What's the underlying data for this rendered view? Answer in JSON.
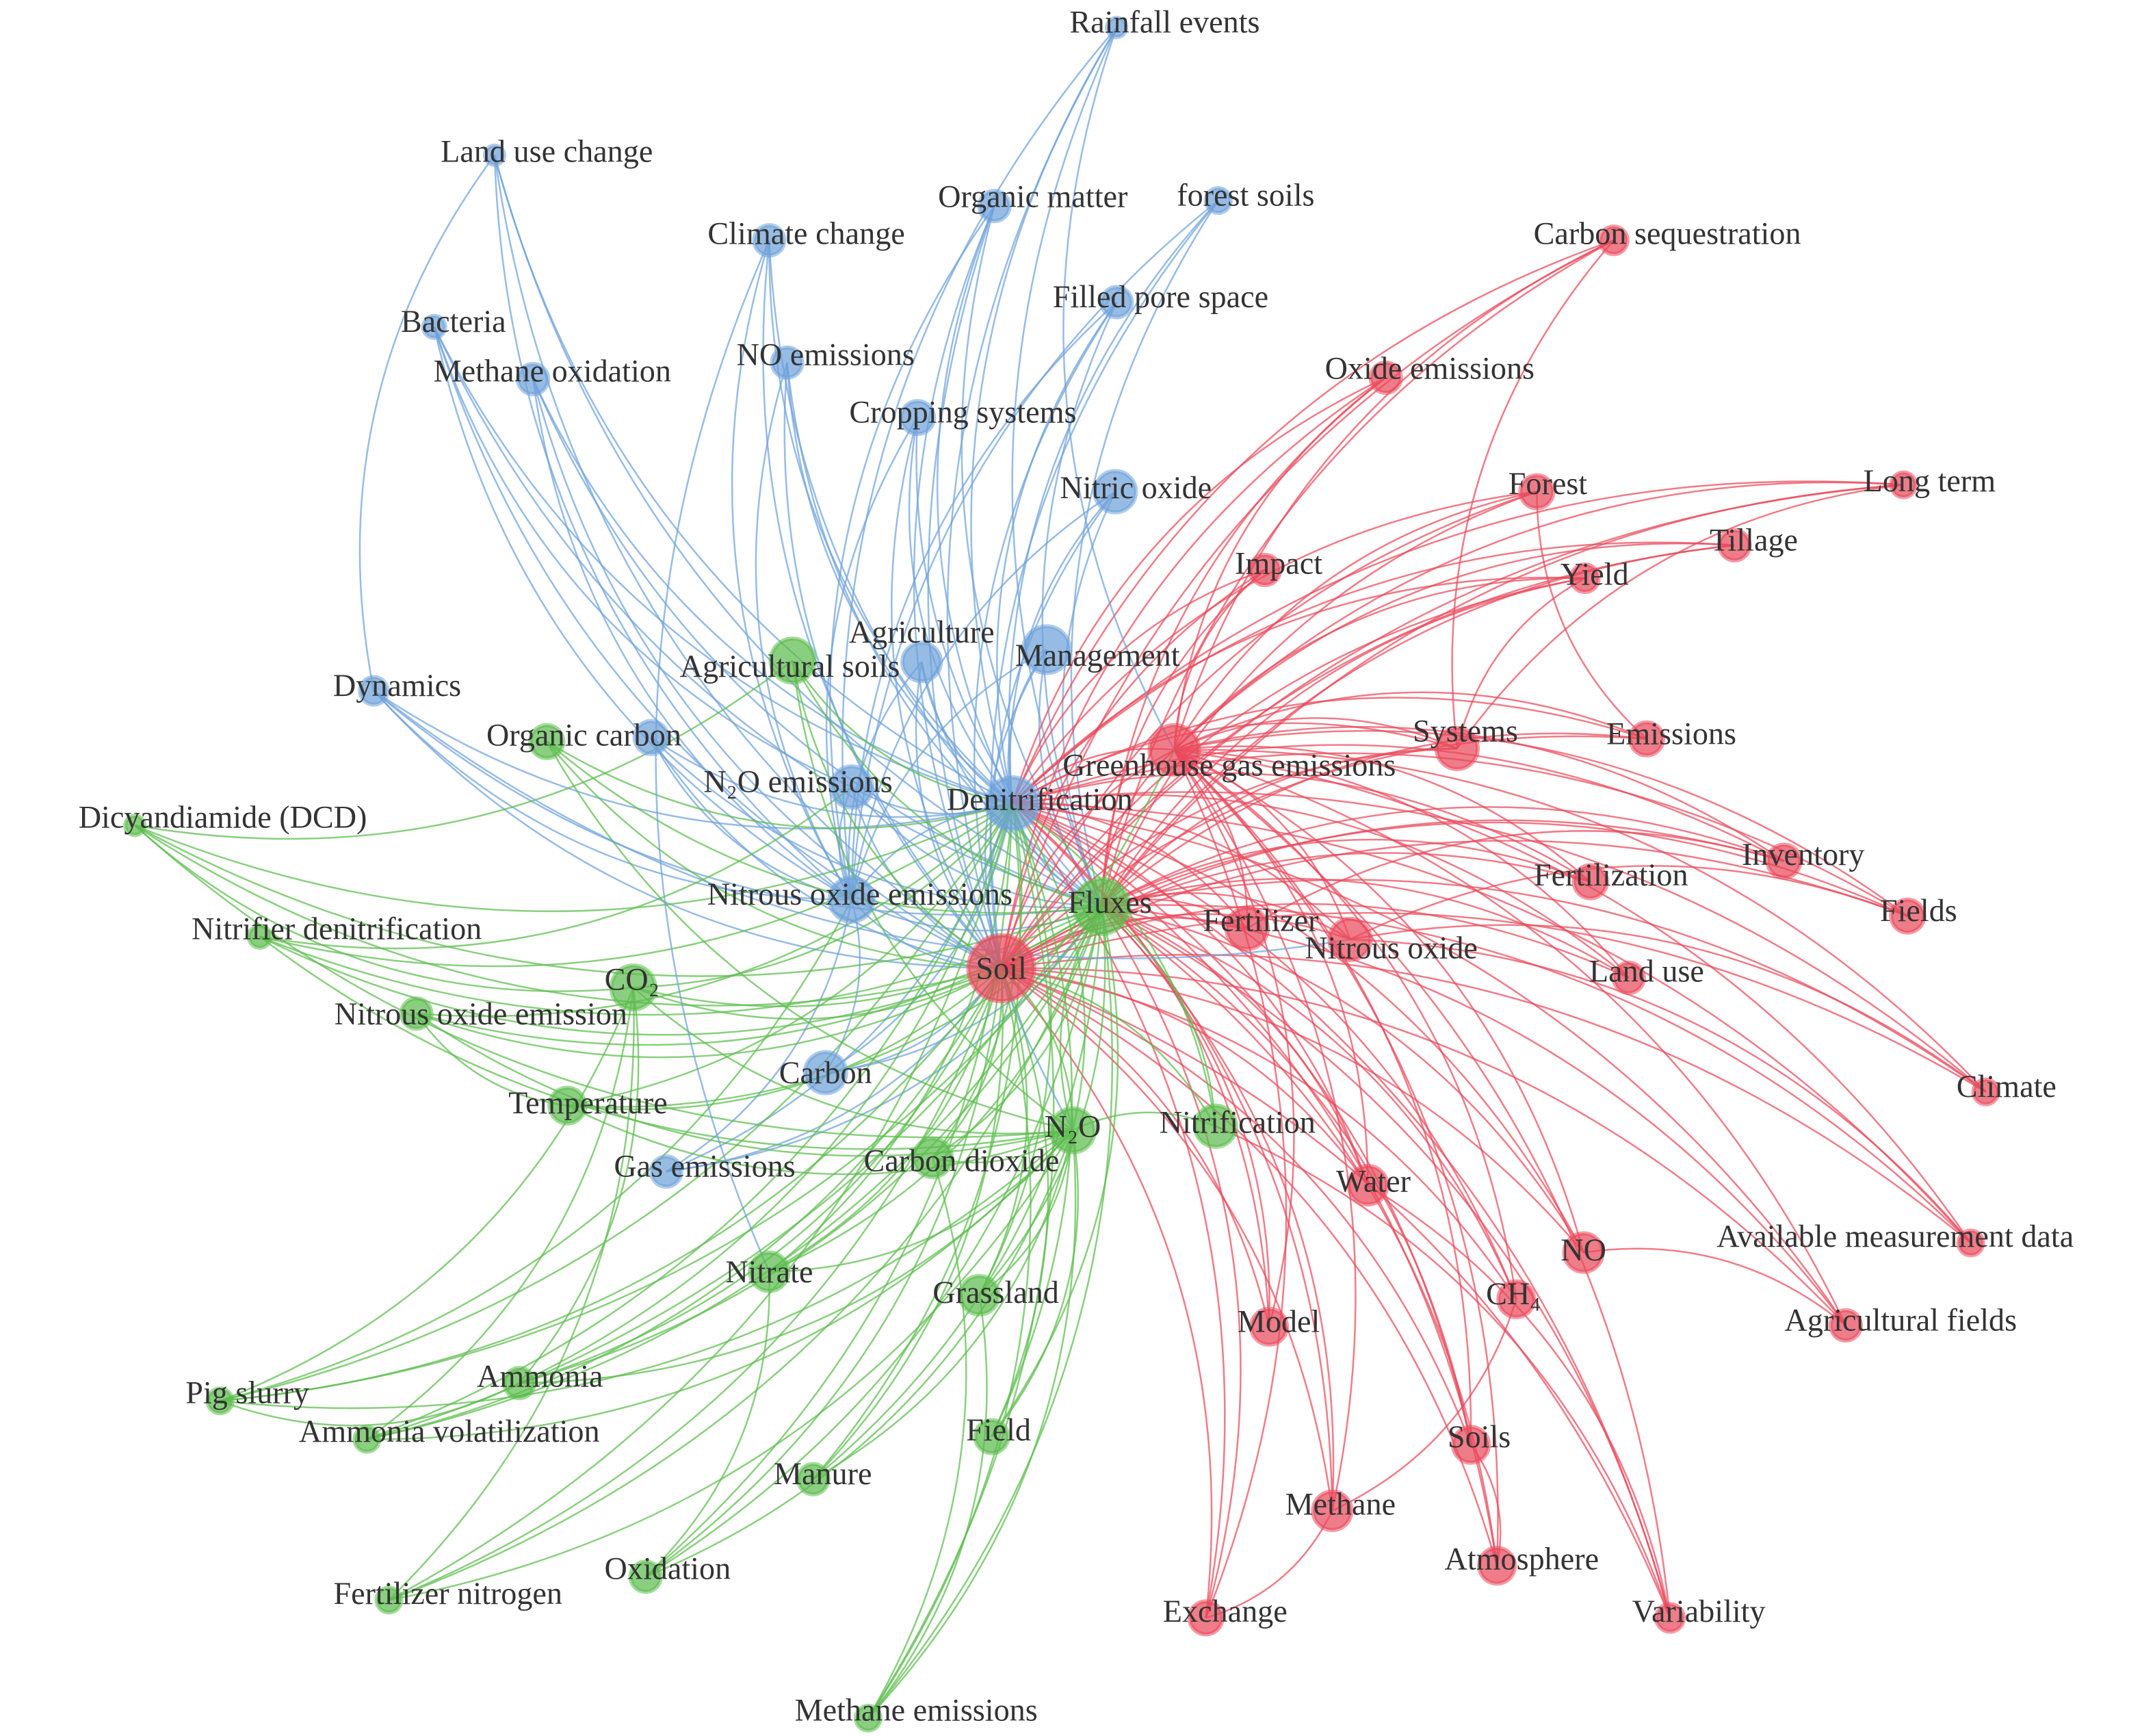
{
  "cluster_colors": [
    "#6fa2da",
    "#e94a5c",
    "#5dbd4e"
  ],
  "nodes": [
    {
      "label": "Rainfall events",
      "cluster": 0
    },
    {
      "label": "Land use change",
      "cluster": 0
    },
    {
      "label": "Organic matter",
      "cluster": 0
    },
    {
      "label": "forest soils",
      "cluster": 0
    },
    {
      "label": "Climate change",
      "cluster": 0
    },
    {
      "label": "Filled pore space",
      "cluster": 0
    },
    {
      "label": "Bacteria",
      "cluster": 0
    },
    {
      "label": "Methane oxidation",
      "cluster": 0
    },
    {
      "label": "NO emissions",
      "cluster": 0
    },
    {
      "label": "Cropping systems",
      "cluster": 0
    },
    {
      "label": "Nitric oxide",
      "cluster": 0
    },
    {
      "label": "Management",
      "cluster": 0
    },
    {
      "label": "Agriculture",
      "cluster": 0
    },
    {
      "label": "Dynamics",
      "cluster": 0
    },
    {
      "label": "",
      "cluster": 0
    },
    {
      "label": "N₂O emissions",
      "cluster": 0
    },
    {
      "label": "Denitrification",
      "cluster": 0
    },
    {
      "label": "Nitrous oxide emissions",
      "cluster": 0
    },
    {
      "label": "Carbon",
      "cluster": 0
    },
    {
      "label": "Gas emissions",
      "cluster": 0
    },
    {
      "label": "Carbon sequestration",
      "cluster": 1
    },
    {
      "label": "Oxide emissions",
      "cluster": 1
    },
    {
      "label": "Forest",
      "cluster": 1
    },
    {
      "label": "Long term",
      "cluster": 1
    },
    {
      "label": "Tillage",
      "cluster": 1
    },
    {
      "label": "Yield",
      "cluster": 1
    },
    {
      "label": "Impact",
      "cluster": 1
    },
    {
      "label": "Systems",
      "cluster": 1
    },
    {
      "label": "Emissions",
      "cluster": 1
    },
    {
      "label": "Greenhouse gas emissions",
      "cluster": 1
    },
    {
      "label": "Inventory",
      "cluster": 1
    },
    {
      "label": "Fertilization",
      "cluster": 1
    },
    {
      "label": "Fields",
      "cluster": 1
    },
    {
      "label": "Fertilizer",
      "cluster": 1
    },
    {
      "label": "Nitrous oxide",
      "cluster": 1
    },
    {
      "label": "Land use",
      "cluster": 1
    },
    {
      "label": "Soil",
      "cluster": 1
    },
    {
      "label": "Climate",
      "cluster": 1
    },
    {
      "label": "Water",
      "cluster": 1
    },
    {
      "label": "NO",
      "cluster": 1
    },
    {
      "label": "Available measurement data",
      "cluster": 1
    },
    {
      "label": "CH₄",
      "cluster": 1
    },
    {
      "label": "Model",
      "cluster": 1
    },
    {
      "label": "Agricultural fields",
      "cluster": 1
    },
    {
      "label": "Soils",
      "cluster": 1
    },
    {
      "label": "Methane",
      "cluster": 1
    },
    {
      "label": "Atmosphere",
      "cluster": 1
    },
    {
      "label": "Exchange",
      "cluster": 1
    },
    {
      "label": "Variability",
      "cluster": 1
    },
    {
      "label": "Agricultural soils",
      "cluster": 2
    },
    {
      "label": "Organic carbon",
      "cluster": 2
    },
    {
      "label": "Dicyandiamide (DCD)",
      "cluster": 2
    },
    {
      "label": "Fluxes",
      "cluster": 2
    },
    {
      "label": "Nitrifier denitrification",
      "cluster": 2
    },
    {
      "label": "CO₂",
      "cluster": 2
    },
    {
      "label": "Nitrous oxide emission",
      "cluster": 2
    },
    {
      "label": "Temperature",
      "cluster": 2
    },
    {
      "label": "N₂O",
      "cluster": 2
    },
    {
      "label": "Nitrification",
      "cluster": 2
    },
    {
      "label": "Carbon dioxide",
      "cluster": 2
    },
    {
      "label": "Nitrate",
      "cluster": 2
    },
    {
      "label": "Grassland",
      "cluster": 2
    },
    {
      "label": "Pig slurry",
      "cluster": 2
    },
    {
      "label": "Ammonia",
      "cluster": 2
    },
    {
      "label": "Ammonia volatilization",
      "cluster": 2
    },
    {
      "label": "Field",
      "cluster": 2
    },
    {
      "label": "Manure",
      "cluster": 2
    },
    {
      "label": "Oxidation",
      "cluster": 2
    },
    {
      "label": "Fertilizer nitrogen",
      "cluster": 2
    },
    {
      "label": "Methane emissions",
      "cluster": 2
    }
  ]
}
